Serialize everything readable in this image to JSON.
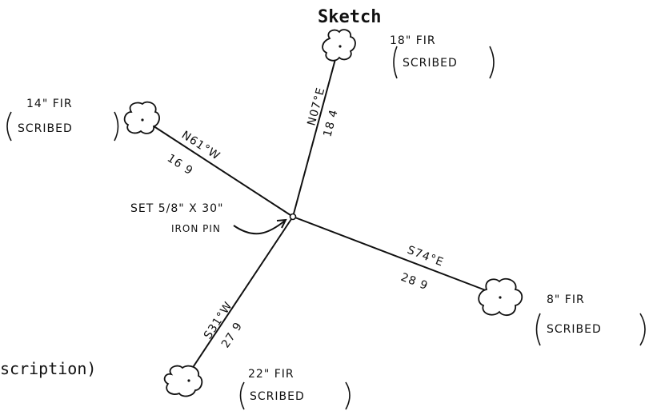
{
  "title": "Sketch",
  "footer_fragment": "scription)",
  "pin_label": {
    "line1": "SET 5/8\" X 30\"",
    "line2": "IRON PIN"
  },
  "trees": [
    {
      "id": "north",
      "size": "18\" FIR",
      "note": "SCRIBED",
      "bearing": "N07°E",
      "distance": "18 4"
    },
    {
      "id": "northwest",
      "size": "14\" FIR",
      "note": "SCRIBED",
      "bearing": "N61°W",
      "distance": "16 9"
    },
    {
      "id": "east",
      "size": "8\" FIR",
      "note": "SCRIBED",
      "bearing": "S74°E",
      "distance": "28 9"
    },
    {
      "id": "southwest",
      "size": "22\" FIR",
      "note": "SCRIBED",
      "bearing": "S31°W",
      "distance": "27 9"
    }
  ]
}
